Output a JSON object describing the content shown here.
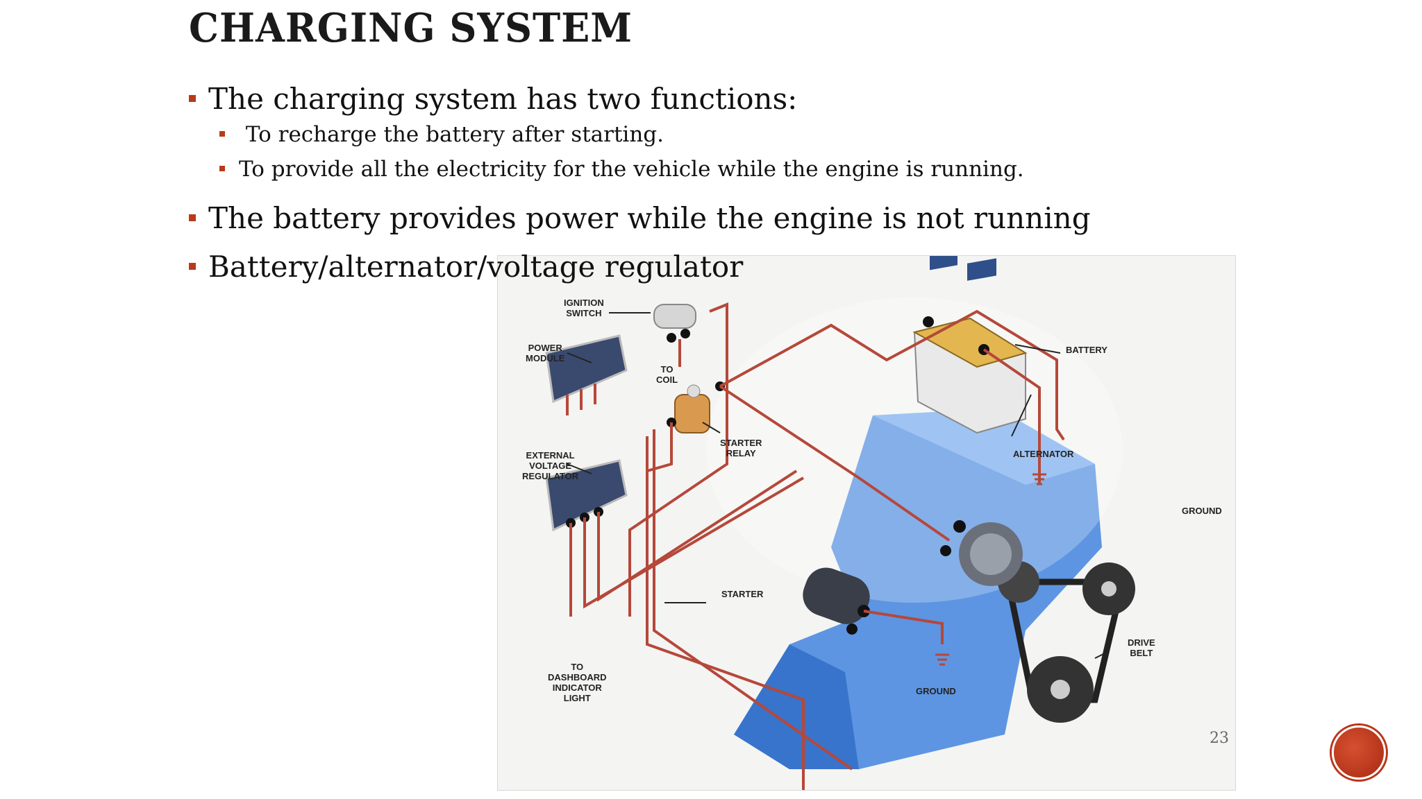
{
  "slide": {
    "title": "CHARGING SYSTEM",
    "page_number": "23"
  },
  "bullets": [
    {
      "text": "The charging system has two functions:",
      "level": 1
    },
    {
      "text": " To recharge the battery after starting.",
      "level": 2
    },
    {
      "text": "To provide all the electricity for the vehicle while the engine is running.",
      "level": 2
    },
    {
      "text": "The battery provides power while the engine is not running",
      "level": 1
    },
    {
      "text": "Battery/alternator/voltage regulator",
      "level": 1
    }
  ],
  "diagram": {
    "labels": {
      "ignition_switch": "IGNITION\nSWITCH",
      "power_module": "POWER\nMODULE",
      "to_coil": "TO\nCOIL",
      "battery": "BATTERY",
      "starter_relay": "STARTER\nRELAY",
      "external_voltage_regulator": "EXTERNAL\nVOLTAGE\nREGULATOR",
      "alternator": "ALTERNATOR",
      "ground_right": "GROUND",
      "starter": "STARTER",
      "drive_belt": "DRIVE\nBELT",
      "to_dashboard": "TO\nDASHBOARD\nINDICATOR\nLIGHT",
      "ground_bottom": "GROUND"
    },
    "colors": {
      "wire": "#b5483a",
      "engine": "#3f7fd6",
      "battery_top": "#e3b650",
      "accent": "#b83a1a"
    }
  }
}
